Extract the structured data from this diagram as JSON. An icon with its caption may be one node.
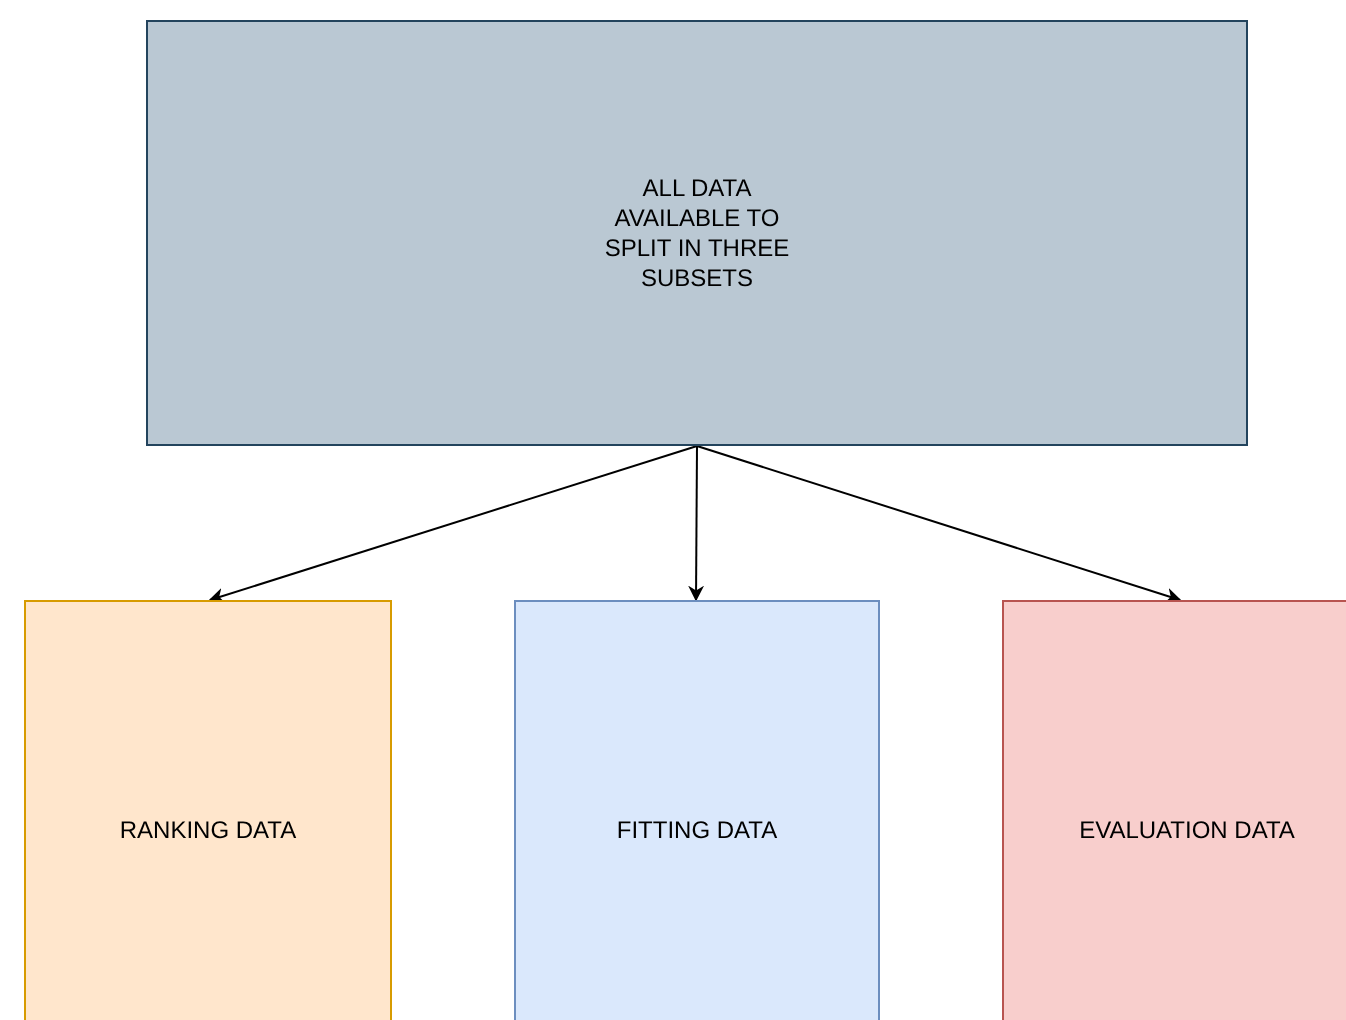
{
  "diagram": {
    "nodes": [
      {
        "text": [
          "ALL DATA AVAILABLE TO SPLIT IN THREE SUBSETS"
        ]
      },
      {
        "text": [
          "RANKING DATA"
        ]
      },
      {
        "text": [
          "FITTING DATA"
        ]
      },
      {
        "text": [
          "EVALUATION DATA"
        ]
      }
    ],
    "edges": [
      {
        "from": 0,
        "to": 1,
        "arrow": "to"
      },
      {
        "from": 0,
        "to": 2,
        "arrow": "to"
      },
      {
        "from": 0,
        "to": 3,
        "arrow": "to"
      }
    ]
  }
}
